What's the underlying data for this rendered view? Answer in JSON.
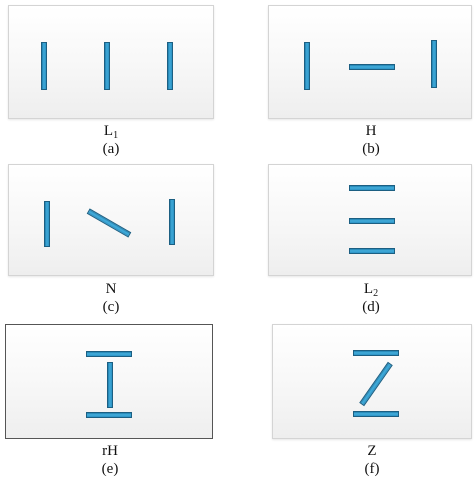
{
  "panels": {
    "a": {
      "label_base": "L",
      "label_sub": "1",
      "tag": "(a)"
    },
    "b": {
      "label": "H",
      "tag": "(b)"
    },
    "c": {
      "label": "N",
      "tag": "(c)"
    },
    "d": {
      "label_base": "L",
      "label_sub": "2",
      "tag": "(d)"
    },
    "e": {
      "label": "rH",
      "tag": "(e)"
    },
    "f": {
      "label": "Z",
      "tag": "(f)"
    }
  },
  "colors": {
    "bar_fill": "#3fa9d8",
    "bar_edge": "#1c5f82",
    "panel_border": "#d4d4d4",
    "selected_border": "#555555"
  }
}
